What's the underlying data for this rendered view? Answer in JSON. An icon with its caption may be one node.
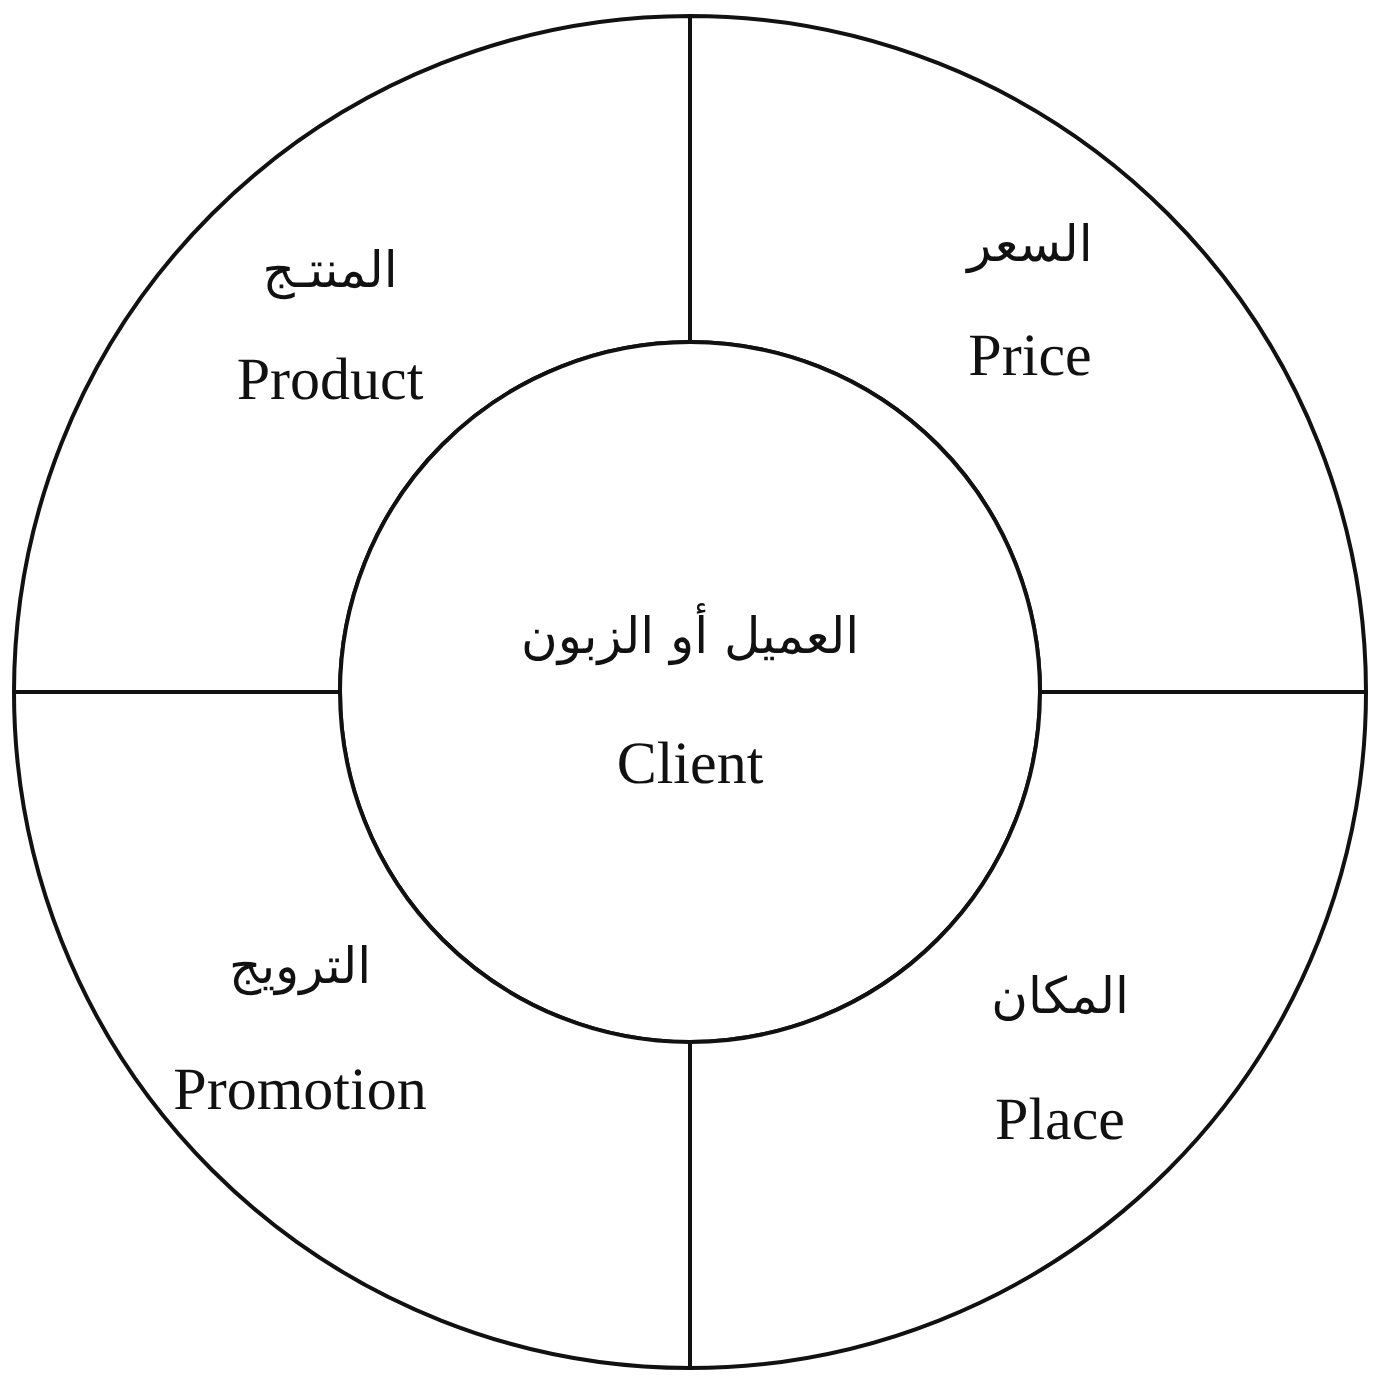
{
  "diagram": {
    "nodes": [
      {
        "text": [
          "المنتـج",
          "Product"
        ]
      },
      {
        "text": [
          "السعر",
          "Price"
        ]
      },
      {
        "text": [
          "العميل أو الزبون",
          "Client"
        ]
      },
      {
        "text": [
          "الترويج",
          "Promotion"
        ]
      },
      {
        "text": [
          "المكان",
          "Place"
        ]
      }
    ]
  }
}
